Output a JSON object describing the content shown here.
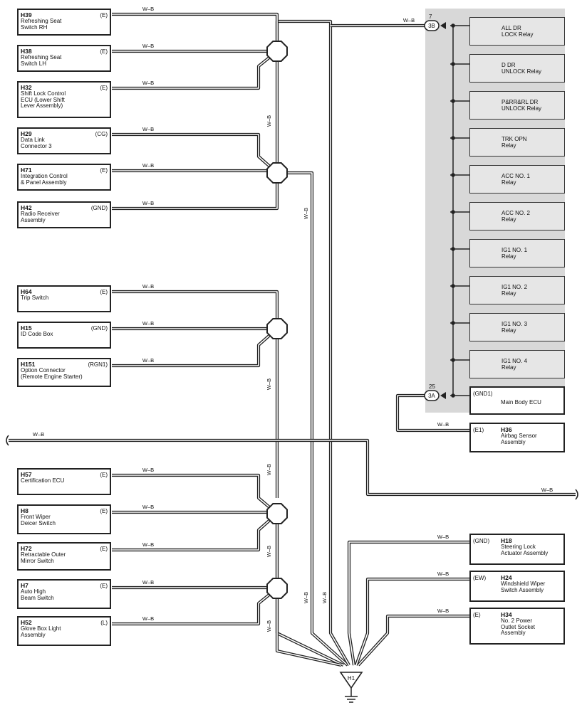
{
  "wire_label": "W–B",
  "left_components": [
    {
      "code": "H39",
      "name": "Refreshing Seat\nSwitch RH",
      "pin": "(E)"
    },
    {
      "code": "H38",
      "name": "Refreshing Seat\nSwitch LH",
      "pin": "(E)"
    },
    {
      "code": "H32",
      "name": "Shift Lock Control\nECU (Lower Shift\nLever Assembly)",
      "pin": "(E)"
    },
    {
      "code": "H29",
      "name": "Data Link\nConnector 3",
      "pin": "(CG)"
    },
    {
      "code": "H71",
      "name": "Integration Control\n& Panel Assembly",
      "pin": "(E)"
    },
    {
      "code": "H42",
      "name": "Radio Receiver\nAssembly",
      "pin": "(GND)"
    },
    {
      "code": "H64",
      "name": "Trip Switch",
      "pin": "(E)"
    },
    {
      "code": "H15",
      "name": "ID Code Box",
      "pin": "(GND)"
    },
    {
      "code": "H151",
      "name": "Option Connector\n(Remote Engine Starter)",
      "pin": "(RGN1)"
    },
    {
      "code": "H57",
      "name": "Certification ECU",
      "pin": "(E)"
    },
    {
      "code": "H8",
      "name": "Front Wiper\nDeicer Switch",
      "pin": "(E)"
    },
    {
      "code": "H72",
      "name": "Retractable Outer\nMirror Switch",
      "pin": "(E)"
    },
    {
      "code": "H7",
      "name": "Auto High\nBeam Switch",
      "pin": "(E)"
    },
    {
      "code": "H52",
      "name": "Glove Box Light\nAssembly",
      "pin": "(L)"
    }
  ],
  "relays": [
    "ALL DR\nLOCK Relay",
    "D DR\nUNLOCK Relay",
    "P&RR&RL DR\nUNLOCK Relay",
    "TRK OPN\nRelay",
    "ACC NO. 1\nRelay",
    "ACC NO. 2\nRelay",
    "IG1 NO. 1\nRelay",
    "IG1 NO. 2\nRelay",
    "IG1 NO. 3\nRelay",
    "IG1 NO. 4\nRelay"
  ],
  "main_body_ecu": {
    "pin": "(GND1)",
    "name": "Main Body ECU"
  },
  "connector_3b": {
    "pin": "7",
    "label": "3B"
  },
  "connector_3a": {
    "pin": "25",
    "label": "3A"
  },
  "right_components": [
    {
      "code": "H36",
      "name": "Airbag Sensor\nAssembly",
      "pin": "(E1)"
    },
    {
      "code": "H18",
      "name": "Steering Lock\nActuator Assembly",
      "pin": "(GND)"
    },
    {
      "code": "H24",
      "name": "Windshield Wiper\nSwitch Assembly",
      "pin": "(EW)"
    },
    {
      "code": "H34",
      "name": "No. 2 Power\nOutlet Socket\nAssembly",
      "pin": "(E)"
    }
  ],
  "ground": {
    "label": "H1"
  }
}
